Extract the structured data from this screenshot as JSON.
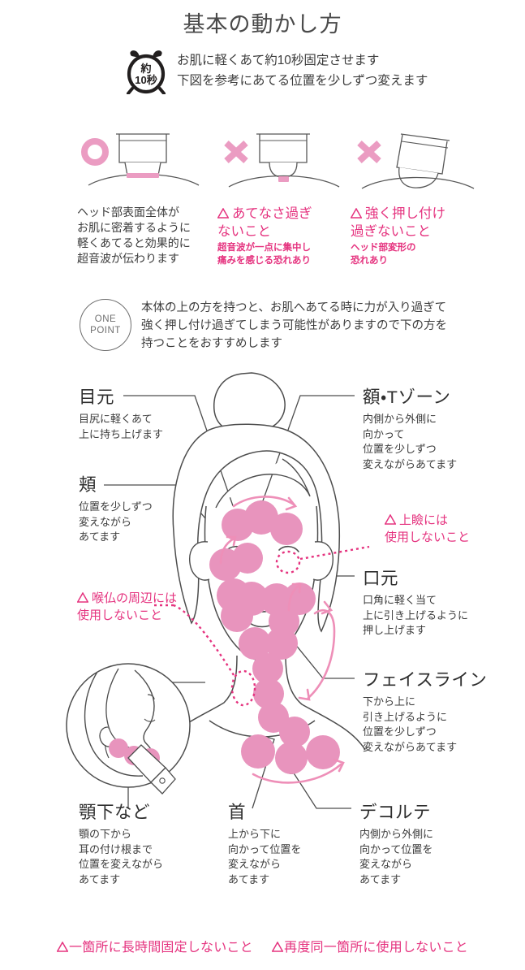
{
  "title": "基本の動かし方",
  "timer": {
    "icon": "alarm-clock-icon",
    "badge_line1": "約",
    "badge_line2": "10秒",
    "text": "お肌に軽くあて約10秒固定させます\n下図を参考にあてる位置を少しずつ変えます"
  },
  "usage_panels": [
    {
      "mark": "circle-ok-mark",
      "type": "good",
      "caption": "ヘッド部表面全体が\nお肌に密着するように\n軽くあてると効果的に\n超音波が伝わります",
      "sub": ""
    },
    {
      "mark": "cross-ng-mark",
      "type": "bad",
      "caption": "あてなさ過ぎ\nないこと",
      "sub": "超音波が一点に集中し\n痛みを感じる恐れあり"
    },
    {
      "mark": "cross-ng-mark",
      "type": "bad",
      "caption": "強く押し付け\n過ぎないこと",
      "sub": "ヘッド部変形の\n恐れあり"
    }
  ],
  "one_point": {
    "badge_line1": "ONE",
    "badge_line2": "POINT",
    "text": "本体の上の方を持つと、お肌へあてる時に力が入り過ぎて\n強く押し付け過ぎてしまう可能性がありますので下の方を\n持つことをおすすめします"
  },
  "diagram_labels": {
    "eye": {
      "head": "目元",
      "body": "目尻に軽くあて\n上に持ち上げます"
    },
    "cheek": {
      "head": "頬",
      "body": "位置を少しずつ\n変えながら\nあてます"
    },
    "forehead": {
      "head": "額・Tゾーン",
      "body": "内側から外側に\n向かって\n位置を少しずつ\n変えながらあてます"
    },
    "mouth": {
      "head": "口元",
      "body": "口角に軽く当て\n上に引き上げるように\n押し上げます"
    },
    "faceline": {
      "head": "フェイスライン",
      "body": "下から上に\n引き上げるように\n位置を少しずつ\n変えながらあてます"
    },
    "jaw": {
      "head": "顎下など",
      "body": "顎の下から\n耳の付け根まで\n位置を変えながら\nあてます"
    },
    "neck": {
      "head": "首",
      "body": "上から下に\n向かって位置を\n変えながら\nあてます"
    },
    "decollete": {
      "head": "デコルテ",
      "body": "内側から外側に\n向かって位置を\n変えながら\nあてます"
    }
  },
  "diagram_warnings": {
    "eyelid": "上瞼には\n使用しないこと",
    "throat": "喉仏の周辺には\n使用しないこと"
  },
  "footer_warnings": [
    "一箇所に長時間固定しないこと",
    "再度同一箇所に使用しないこと"
  ],
  "colors": {
    "dot_pink": "#e894bd",
    "magenta": "#e5337f",
    "soft_pink": "#eb9cc2",
    "arrow_pink": "#ee8fb8",
    "ink": "#3c3c3c",
    "outline": "#4d4d4d"
  }
}
